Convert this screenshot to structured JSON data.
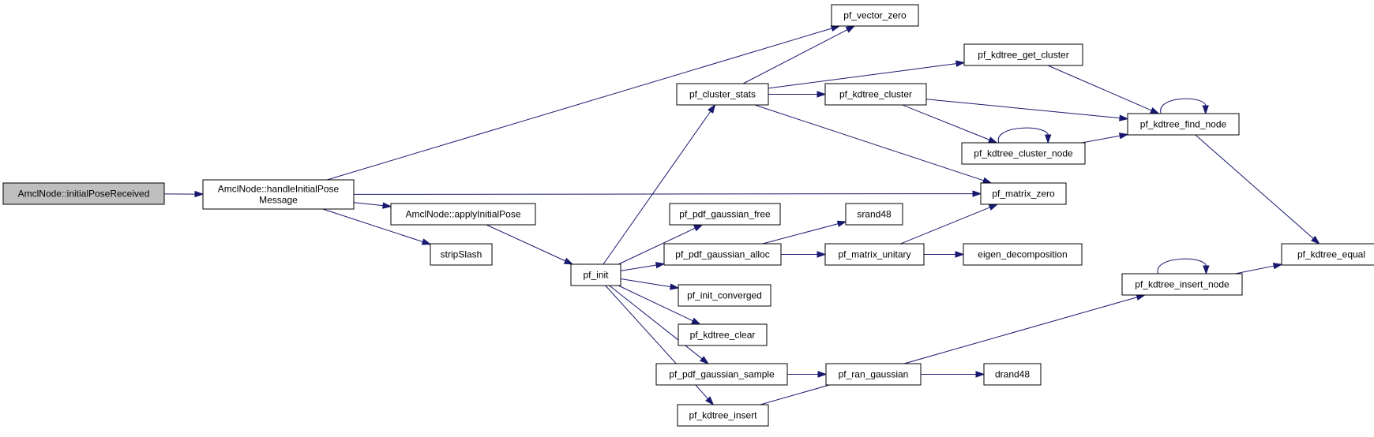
{
  "colors": {
    "edge": "#191970",
    "node_fill": "#ffffff",
    "focus_fill": "#bfbfbf",
    "node_border": "#000000"
  },
  "nodes": [
    {
      "id": "initialPoseReceived",
      "lines": [
        "AmclNode::initialPoseReceived"
      ],
      "focus": true
    },
    {
      "id": "handleInitialPoseMessage",
      "lines": [
        "AmclNode::handleInitialPose",
        "Message"
      ]
    },
    {
      "id": "applyInitialPose",
      "lines": [
        "AmclNode::applyInitialPose"
      ]
    },
    {
      "id": "stripSlash",
      "lines": [
        "stripSlash"
      ]
    },
    {
      "id": "pf_init",
      "lines": [
        "pf_init"
      ]
    },
    {
      "id": "pf_vector_zero",
      "lines": [
        "pf_vector_zero"
      ]
    },
    {
      "id": "pf_cluster_stats",
      "lines": [
        "pf_cluster_stats"
      ]
    },
    {
      "id": "pf_pdf_gaussian_free",
      "lines": [
        "pf_pdf_gaussian_free"
      ]
    },
    {
      "id": "pf_pdf_gaussian_alloc",
      "lines": [
        "pf_pdf_gaussian_alloc"
      ]
    },
    {
      "id": "pf_init_converged",
      "lines": [
        "pf_init_converged"
      ]
    },
    {
      "id": "pf_kdtree_clear",
      "lines": [
        "pf_kdtree_clear"
      ]
    },
    {
      "id": "pf_pdf_gaussian_sample",
      "lines": [
        "pf_pdf_gaussian_sample"
      ]
    },
    {
      "id": "pf_kdtree_insert",
      "lines": [
        "pf_kdtree_insert"
      ]
    },
    {
      "id": "pf_kdtree_get_cluster",
      "lines": [
        "pf_kdtree_get_cluster"
      ]
    },
    {
      "id": "pf_kdtree_cluster",
      "lines": [
        "pf_kdtree_cluster"
      ]
    },
    {
      "id": "pf_kdtree_cluster_node",
      "lines": [
        "pf_kdtree_cluster_node"
      ]
    },
    {
      "id": "pf_matrix_zero",
      "lines": [
        "pf_matrix_zero"
      ]
    },
    {
      "id": "srand48",
      "lines": [
        "srand48"
      ]
    },
    {
      "id": "pf_matrix_unitary",
      "lines": [
        "pf_matrix_unitary"
      ]
    },
    {
      "id": "eigen_decomposition",
      "lines": [
        "eigen_decomposition"
      ]
    },
    {
      "id": "pf_ran_gaussian",
      "lines": [
        "pf_ran_gaussian"
      ]
    },
    {
      "id": "drand48",
      "lines": [
        "drand48"
      ]
    },
    {
      "id": "pf_kdtree_find_node",
      "lines": [
        "pf_kdtree_find_node"
      ]
    },
    {
      "id": "pf_kdtree_insert_node",
      "lines": [
        "pf_kdtree_insert_node"
      ]
    },
    {
      "id": "pf_kdtree_equal",
      "lines": [
        "pf_kdtree_equal"
      ]
    }
  ],
  "edges": [
    [
      "initialPoseReceived",
      "handleInitialPoseMessage"
    ],
    [
      "handleInitialPoseMessage",
      "pf_vector_zero"
    ],
    [
      "handleInitialPoseMessage",
      "pf_matrix_zero"
    ],
    [
      "handleInitialPoseMessage",
      "applyInitialPose"
    ],
    [
      "handleInitialPoseMessage",
      "stripSlash"
    ],
    [
      "applyInitialPose",
      "pf_init"
    ],
    [
      "pf_init",
      "pf_cluster_stats"
    ],
    [
      "pf_init",
      "pf_pdf_gaussian_free"
    ],
    [
      "pf_init",
      "pf_pdf_gaussian_alloc"
    ],
    [
      "pf_init",
      "pf_init_converged"
    ],
    [
      "pf_init",
      "pf_kdtree_clear"
    ],
    [
      "pf_init",
      "pf_pdf_gaussian_sample"
    ],
    [
      "pf_init",
      "pf_kdtree_insert"
    ],
    [
      "pf_cluster_stats",
      "pf_vector_zero"
    ],
    [
      "pf_cluster_stats",
      "pf_kdtree_get_cluster"
    ],
    [
      "pf_cluster_stats",
      "pf_kdtree_cluster"
    ],
    [
      "pf_cluster_stats",
      "pf_matrix_zero"
    ],
    [
      "pf_kdtree_get_cluster",
      "pf_kdtree_find_node"
    ],
    [
      "pf_kdtree_cluster",
      "pf_kdtree_find_node"
    ],
    [
      "pf_kdtree_cluster",
      "pf_kdtree_cluster_node"
    ],
    [
      "pf_kdtree_cluster_node",
      "pf_kdtree_cluster_node"
    ],
    [
      "pf_kdtree_cluster_node",
      "pf_kdtree_find_node"
    ],
    [
      "pf_kdtree_find_node",
      "pf_kdtree_find_node"
    ],
    [
      "pf_kdtree_find_node",
      "pf_kdtree_equal"
    ],
    [
      "pf_pdf_gaussian_alloc",
      "srand48"
    ],
    [
      "pf_pdf_gaussian_alloc",
      "pf_matrix_unitary"
    ],
    [
      "pf_matrix_unitary",
      "pf_matrix_zero"
    ],
    [
      "pf_matrix_unitary",
      "eigen_decomposition"
    ],
    [
      "pf_pdf_gaussian_sample",
      "pf_ran_gaussian"
    ],
    [
      "pf_ran_gaussian",
      "drand48"
    ],
    [
      "pf_kdtree_insert",
      "pf_kdtree_insert_node"
    ],
    [
      "pf_kdtree_insert_node",
      "pf_kdtree_insert_node"
    ],
    [
      "pf_kdtree_insert_node",
      "pf_kdtree_equal"
    ]
  ]
}
